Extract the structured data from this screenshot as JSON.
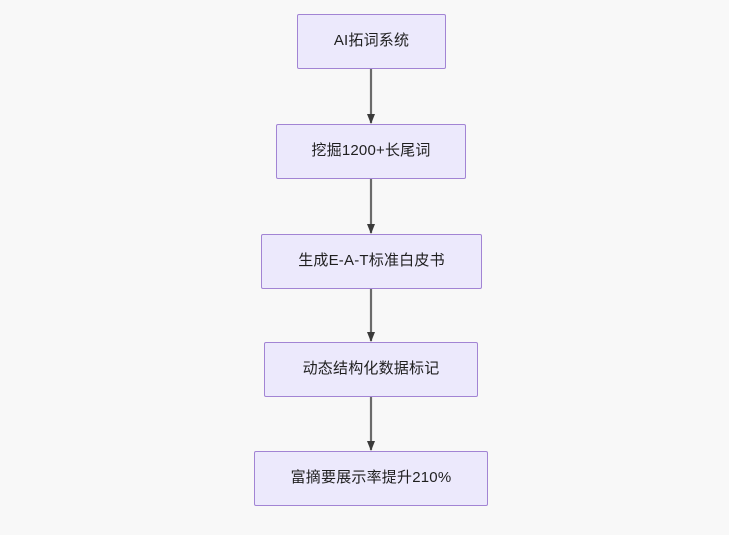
{
  "diagram": {
    "type": "flowchart",
    "direction": "top-to-bottom",
    "background_color": "#f8f8f8",
    "node_fill_color": "#ece9fc",
    "node_border_color": "#a284d4",
    "node_text_color": "#1f1f1f",
    "edge_color": "#555555",
    "nodes": [
      {
        "id": "n0",
        "label": "AI拓词系统"
      },
      {
        "id": "n1",
        "label": "挖掘1200+长尾词"
      },
      {
        "id": "n2",
        "label": "生成E-A-T标准白皮书"
      },
      {
        "id": "n3",
        "label": "动态结构化数据标记"
      },
      {
        "id": "n4",
        "label": "富摘要展示率提升210%"
      }
    ],
    "edges": [
      {
        "from": "n0",
        "to": "n1",
        "label": "",
        "arrow": "arrowhead-down-icon"
      },
      {
        "from": "n1",
        "to": "n2",
        "label": "",
        "arrow": "arrowhead-down-icon"
      },
      {
        "from": "n2",
        "to": "n3",
        "label": "",
        "arrow": "arrowhead-down-icon"
      },
      {
        "from": "n3",
        "to": "n4",
        "label": "",
        "arrow": "arrowhead-down-icon"
      }
    ]
  }
}
